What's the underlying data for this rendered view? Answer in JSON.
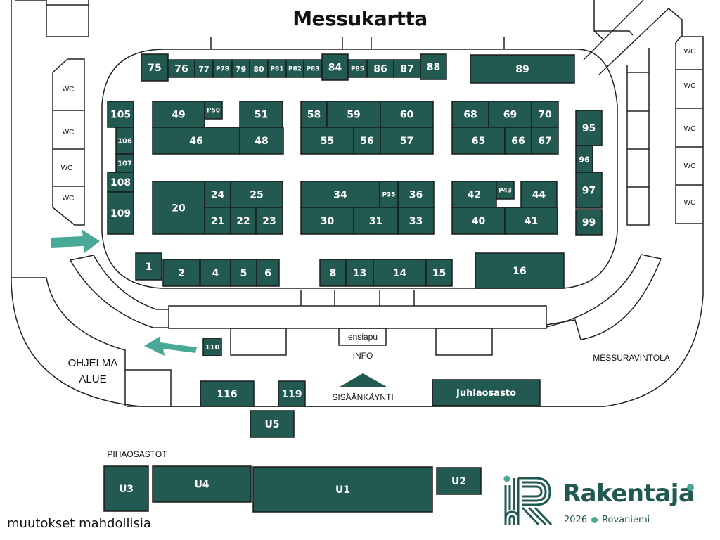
{
  "header": {
    "title": "Messukartta"
  },
  "colors": {
    "booth": "#225a52",
    "arrow": "#4aa896",
    "outline": "#222222",
    "logo": "#225a52"
  },
  "booths": {
    "top_row": [
      "75",
      "76",
      "77",
      "P78",
      "79",
      "80",
      "P81",
      "P82",
      "P83",
      "84",
      "P85",
      "86",
      "87",
      "88",
      "89"
    ],
    "left_column": [
      "105",
      "106",
      "107",
      "108",
      "109"
    ],
    "block_nw": [
      "49",
      "P50",
      "51",
      "46",
      "48"
    ],
    "block_sw": [
      "20",
      "24",
      "25",
      "21",
      "22",
      "23"
    ],
    "block_nc": [
      "58",
      "59",
      "60",
      "55",
      "56",
      "57"
    ],
    "block_sc": [
      "34",
      "P35",
      "36",
      "30",
      "31",
      "33"
    ],
    "block_ne": [
      "68",
      "69",
      "70",
      "65",
      "66",
      "67"
    ],
    "block_se": [
      "42",
      "P43",
      "44",
      "40",
      "41"
    ],
    "right_column": [
      "95",
      "96",
      "97",
      "99"
    ],
    "bottom_row": [
      "1",
      "2",
      "4",
      "5",
      "6",
      "8",
      "13",
      "14",
      "15",
      "16"
    ],
    "outside": [
      "110",
      "116",
      "119",
      "U5",
      "Juhlaosasto"
    ],
    "yard": [
      "U3",
      "U4",
      "U1",
      "U2"
    ]
  },
  "labels": {
    "wc": "WC",
    "first_aid": "ensiapu",
    "info": "INFO",
    "entrance": "SISÄÄNKÄYNTI",
    "program_area_line1": "OHJELMA",
    "program_area_line2": "ALUE",
    "restaurant": "MESSURAVINTOLA",
    "yard_section": "PIHAOSASTOT"
  },
  "footer": {
    "note": "muutokset mahdollisia"
  },
  "logo": {
    "name": "Rakentaja",
    "year": "2026",
    "city": "Rovaniemi",
    "icon": "rakentaja-r-icon"
  }
}
